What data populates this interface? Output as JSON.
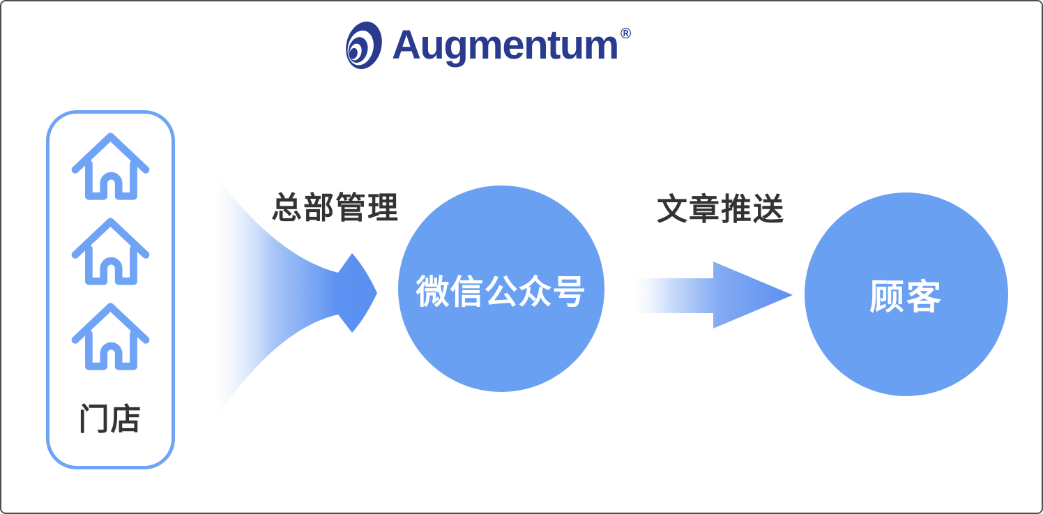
{
  "logo": {
    "brand": "Augmentum",
    "registered_mark": "®"
  },
  "stores_panel": {
    "label": "门店",
    "house_icon_count": 3
  },
  "flow": {
    "step1_label": "总部管理",
    "node1_label": "微信公众号",
    "step2_label": "文章推送",
    "node2_label": "顾客"
  },
  "colors": {
    "navy": "#2a3a8d",
    "node_blue": "#69a0f1",
    "stroke_blue": "#6fa3f6",
    "arrow_blue": "#5c90f0",
    "arrow_mid_blue": "#a9c7f7",
    "text_dark": "#333333",
    "frame_border": "#4d4d4d"
  }
}
